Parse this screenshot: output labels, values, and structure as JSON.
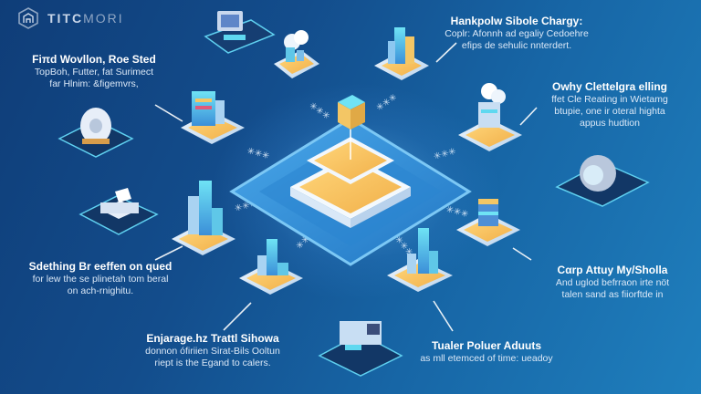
{
  "brand": {
    "logo_icon": "hexagon-house-icon",
    "name_bold": "TITC",
    "name_light": "MORI"
  },
  "colors": {
    "background_start": "#0f3d78",
    "background_end": "#1f7fbd",
    "platform_blue": "#3a9be0",
    "accent_gold": "#f6c25a",
    "accent_cyan": "#5fd8f0",
    "tile_white": "#dbe9f7"
  },
  "labels": [
    {
      "id": "top-left",
      "title": "Fiπd Wovllon, Roe Sted",
      "lines": [
        "TopBoh, Futter, fat Surimect",
        "far Hlnim: &figemvrs,"
      ]
    },
    {
      "id": "top-right",
      "title": "Hankpolw Sibole Chargy:",
      "lines": [
        "Coplr: Afonnh ad egaliy Cedoehre",
        "efips de sehulic nnterdert."
      ]
    },
    {
      "id": "right-upper",
      "title": "Owhy Clettelgra elling",
      "lines": [
        "ffet Cle Reating in Wietamg",
        "btupie, one ir oteral highta",
        "appus hudtion"
      ]
    },
    {
      "id": "left-lower",
      "title": "Sdething Br eeffen on qued",
      "lines": [
        "for lew the se plinetah tom beral",
        "on ach-rnighitu."
      ]
    },
    {
      "id": "right-lower",
      "title": "Cαrp Attuy My/Sholla",
      "lines": [
        "And uglod befrraon irte nöt",
        "talen sand as fiiorftde in"
      ]
    },
    {
      "id": "bottom-left",
      "title": "Enjarage.hz Trattl Sihowa",
      "lines": [
        "donnon ófiriien Sirat-Bils Ooltun",
        "riept is the Egand to calers."
      ]
    },
    {
      "id": "bottom-right",
      "title": "Tualer Poluer Aduuts",
      "lines": [
        "as mll etemced of time: ueadoy"
      ]
    }
  ],
  "nodes": [
    {
      "name": "server-terminal",
      "icon": "terminal-device-icon"
    },
    {
      "name": "cloud-city",
      "icon": "cloud-building-icon"
    },
    {
      "name": "tower-city-top",
      "icon": "skyscraper-icon"
    },
    {
      "name": "round-device",
      "icon": "speaker-device-icon"
    },
    {
      "name": "office-tower-left",
      "icon": "office-building-icon"
    },
    {
      "name": "cloud-server-right",
      "icon": "cloud-server-icon"
    },
    {
      "name": "printer-box",
      "icon": "printer-icon"
    },
    {
      "name": "city-cluster-left",
      "icon": "city-cluster-icon"
    },
    {
      "name": "stacked-blocks",
      "icon": "stacked-layers-icon"
    },
    {
      "name": "ring-device",
      "icon": "ring-device-icon"
    },
    {
      "name": "city-cluster-center-left",
      "icon": "city-cluster-icon"
    },
    {
      "name": "city-cluster-center-right",
      "icon": "city-cluster-icon"
    },
    {
      "name": "dock-station",
      "icon": "dock-station-icon"
    },
    {
      "name": "central-hub",
      "icon": "central-platform-icon"
    }
  ]
}
